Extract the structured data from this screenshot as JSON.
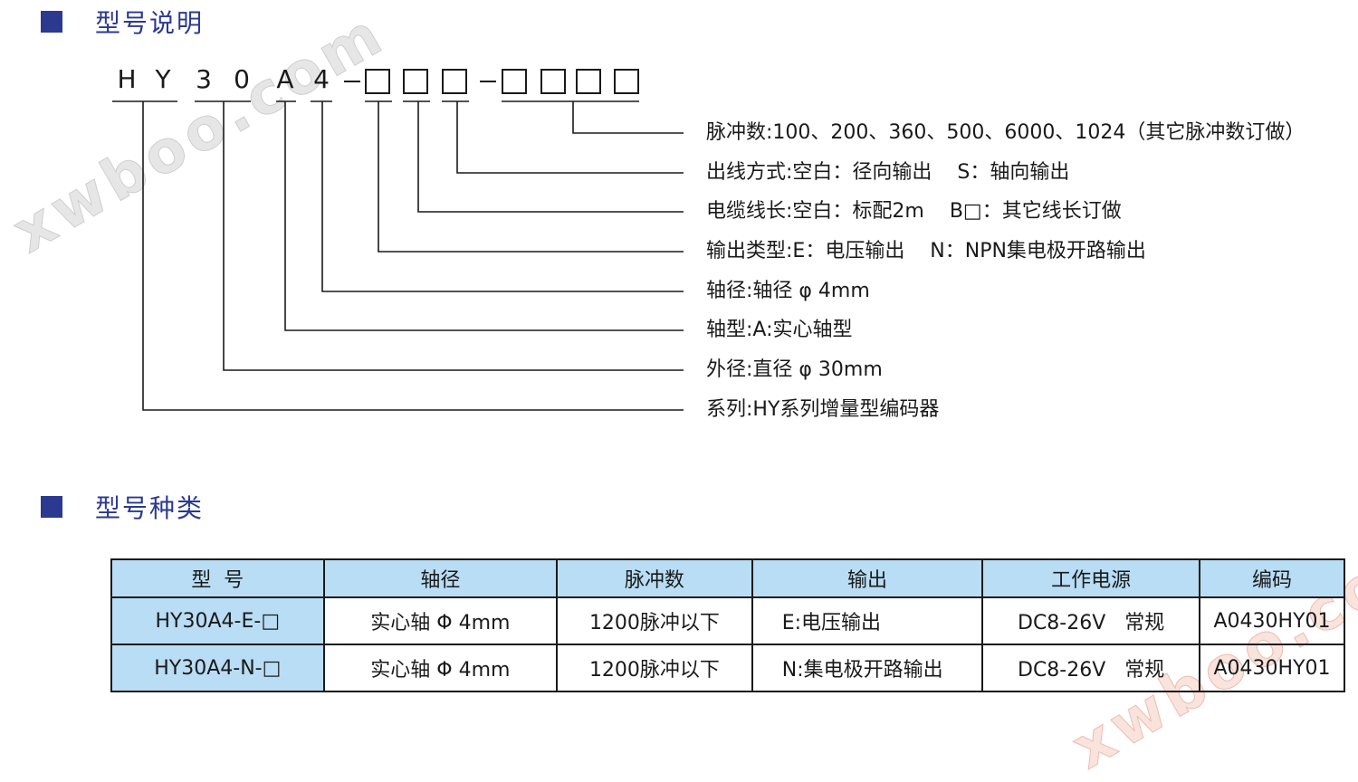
{
  "section1": {
    "title": "型号说明"
  },
  "code": {
    "chars": [
      "H",
      "Y",
      "3",
      "0",
      "A",
      "4"
    ],
    "box_glyph": "□"
  },
  "descriptions": [
    "脉冲数:100、200、360、500、6000、1024（其它脉冲数订做）",
    "出线方式:空白：径向输出    S：轴向输出",
    "电缆线长:空白：标配2m    B□：其它线长订做",
    "输出类型:E：电压输出    N：NPN集电极开路输出",
    "轴径:轴径 φ 4mm",
    "轴型:A:实心轴型",
    "外径:直径 φ 30mm",
    "系列:HY系列增量型编码器"
  ],
  "section2": {
    "title": "型号种类"
  },
  "table": {
    "headers": [
      "型  号",
      "轴径",
      "脉冲数",
      "输出",
      "工作电源",
      "编码"
    ],
    "rows": [
      [
        "HY30A4-E-□",
        "实心轴 Φ 4mm",
        "1200脉冲以下",
        "E:电压输出",
        "DC8-26V   常规",
        "A0430HY01"
      ],
      [
        "HY30A4-N-□",
        "实心轴 Φ 4mm",
        "1200脉冲以下",
        "N:集电极开路输出",
        "DC8-26V   常规",
        "A0430HY01"
      ]
    ]
  },
  "watermark": "xwboo.com",
  "colors": {
    "accent": "#2b3990",
    "table_header_bg": "#b8ddf4",
    "watermark_gray": "#d0d0d0",
    "watermark_pink": "#f4c9c0"
  }
}
